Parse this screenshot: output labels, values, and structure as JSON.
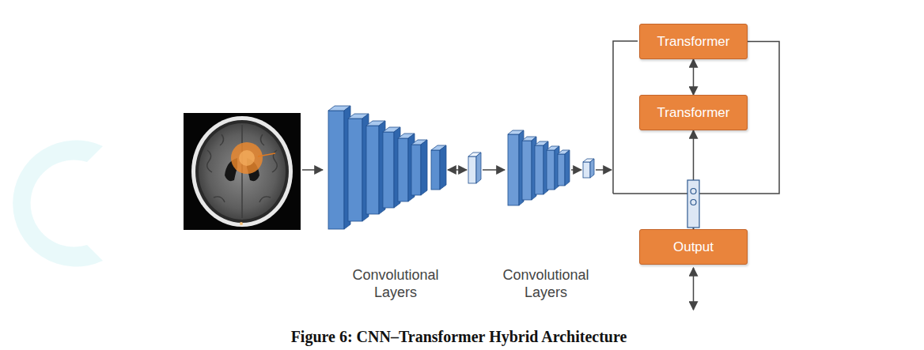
{
  "diagram": {
    "caption": "Figure 6: CNN–Transformer Hybrid Architecture",
    "nodes": [
      {
        "text": [
          "Transformer"
        ]
      },
      {
        "text": [
          "Transformer"
        ]
      },
      {
        "text": [
          "Output"
        ]
      }
    ],
    "edges": [
      {
        "from": 0,
        "to": 1,
        "arrow": "both"
      },
      {
        "from": 2,
        "to": 1,
        "arrow": "to"
      },
      {
        "from": 0,
        "to": 2,
        "arrow": "none"
      }
    ],
    "labels": [
      "Convolutional Layers",
      "Convolutional Layers"
    ]
  }
}
